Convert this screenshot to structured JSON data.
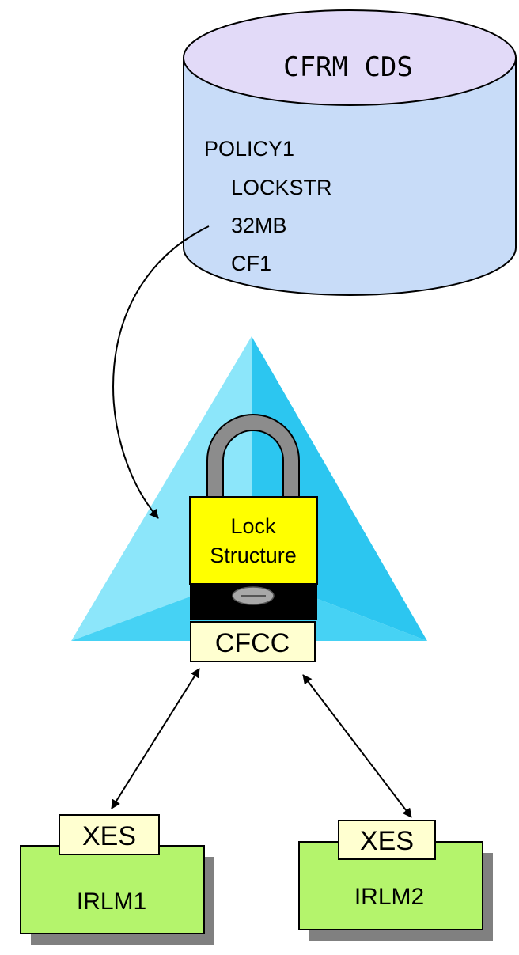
{
  "cds": {
    "title": "CFRM CDS",
    "policy": "POLICY1",
    "structure": "LOCKSTR",
    "size": "32MB",
    "cf": "CF1"
  },
  "cf": {
    "lock_line1": "Lock",
    "lock_line2": "Structure",
    "cfcc": "CFCC"
  },
  "systems": [
    {
      "xes": "XES",
      "name": "IRLM1"
    },
    {
      "xes": "XES",
      "name": "IRLM2"
    }
  ],
  "colors": {
    "cylinder": "#c8dcf8",
    "cylinder_top": "#e2daf8",
    "triangle_light": "#8ce6fa",
    "triangle_dark": "#2cc6f0",
    "lock_body": "#ffff00",
    "shackle": "#8c8c8c",
    "label_box": "#ffffd0",
    "system_box": "#b4f46c",
    "shadow": "#808080"
  }
}
